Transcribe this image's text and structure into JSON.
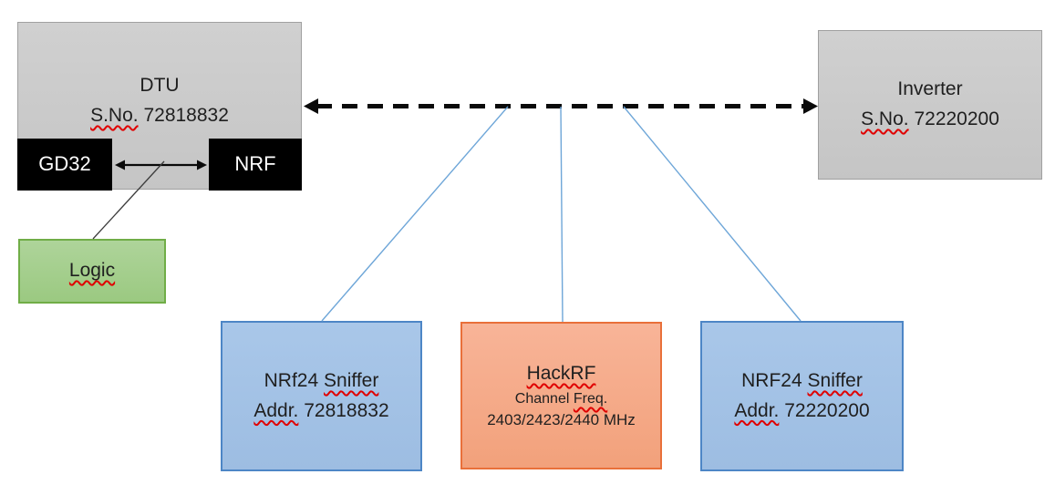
{
  "boxes": {
    "dtu": {
      "title": "DTU",
      "serial_label": "S.No.",
      "serial_number": "72818832"
    },
    "gd32": {
      "label": "GD32"
    },
    "nrf": {
      "label": "NRF"
    },
    "logic": {
      "label": "Logic"
    },
    "inverter": {
      "title": "Inverter",
      "serial_label": "S.No.",
      "serial_number": "72220200"
    },
    "sniffer_left": {
      "title_prefix": "NRf24",
      "title_word": "Sniffer",
      "addr_label": "Addr.",
      "addr_number": "72818832"
    },
    "hackrf": {
      "title": "HackRF",
      "subtitle_prefix": "Channel",
      "subtitle_word": "Freq.",
      "frequencies": "2403/2423/2440 MHz"
    },
    "sniffer_right": {
      "title_prefix": "NRF24",
      "title_word": "Sniffer",
      "addr_label": "Addr.",
      "addr_number": "72220200"
    }
  },
  "colors": {
    "gray_fill": "#d0d0d0",
    "gray_fill_dark": "#c5c5c5",
    "gray_border": "#a0a0a0",
    "black_fill": "#000000",
    "black_text": "#1f1f1f",
    "white_text": "#ffffff",
    "green_fill": "#aed49a",
    "green_fill_dark": "#9bc981",
    "green_border": "#70ad47",
    "blue_fill": "#a9c7e9",
    "blue_fill_dark": "#9dbde2",
    "blue_border": "#4d86c6",
    "orange_fill": "#f8b498",
    "orange_fill_dark": "#f2a17b",
    "orange_border": "#e9703a",
    "connector_blue": "#6ea6d8",
    "arrow_black": "#0a0a0a",
    "squiggle_red": "#e00000"
  }
}
